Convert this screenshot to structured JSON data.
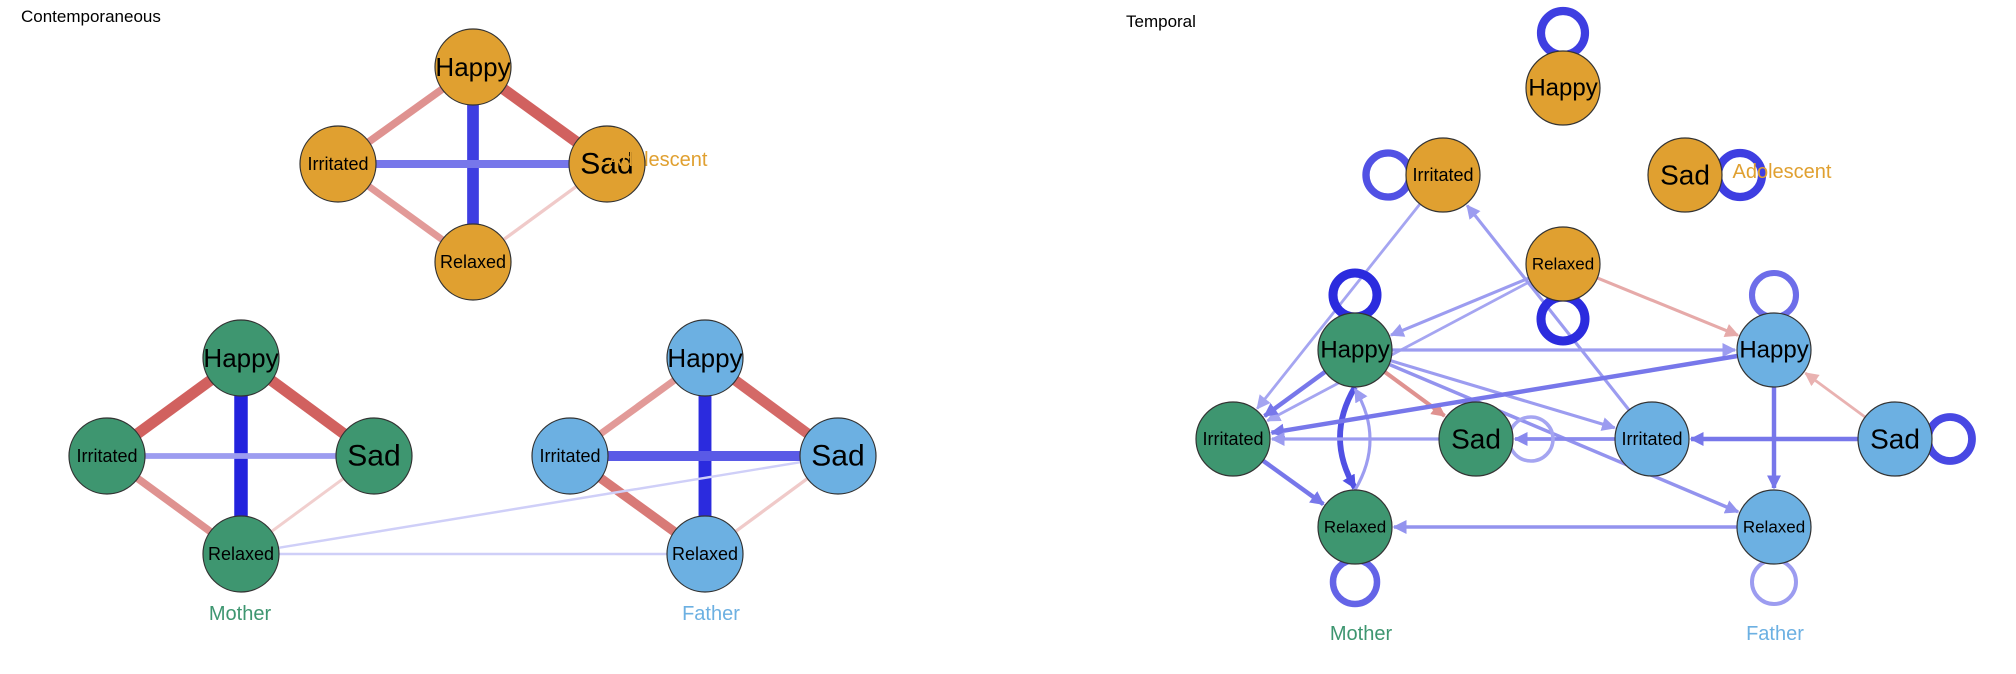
{
  "colors": {
    "adolescent": "#E0A030",
    "mother": "#3E9670",
    "father": "#6CB0E2",
    "positive": "#2222DD",
    "negative": "#C8413E",
    "node_stroke": "#333333"
  },
  "panels": [
    {
      "id": "contemporaneous",
      "title": "Contemporaneous",
      "groups": [
        {
          "id": "adolescent",
          "label": "Adolescent"
        },
        {
          "id": "mother",
          "label": "Mother"
        },
        {
          "id": "father",
          "label": "Father"
        }
      ],
      "nodes": [
        {
          "id": "A_happy",
          "group": "adolescent",
          "label": "Happy"
        },
        {
          "id": "A_irritated",
          "group": "adolescent",
          "label": "Irritated"
        },
        {
          "id": "A_sad",
          "group": "adolescent",
          "label": "Sad"
        },
        {
          "id": "A_relaxed",
          "group": "adolescent",
          "label": "Relaxed"
        },
        {
          "id": "M_happy",
          "group": "mother",
          "label": "Happy"
        },
        {
          "id": "M_irritated",
          "group": "mother",
          "label": "Irritated"
        },
        {
          "id": "M_sad",
          "group": "mother",
          "label": "Sad"
        },
        {
          "id": "M_relaxed",
          "group": "mother",
          "label": "Relaxed"
        },
        {
          "id": "F_happy",
          "group": "father",
          "label": "Happy"
        },
        {
          "id": "F_irritated",
          "group": "father",
          "label": "Irritated"
        },
        {
          "id": "F_sad",
          "group": "father",
          "label": "Sad"
        },
        {
          "id": "F_relaxed",
          "group": "father",
          "label": "Relaxed"
        }
      ],
      "edges": [
        {
          "from": "A_happy",
          "to": "A_irritated",
          "sign": "negative",
          "strength": 0.5
        },
        {
          "from": "A_happy",
          "to": "A_sad",
          "sign": "negative",
          "strength": 0.8
        },
        {
          "from": "A_happy",
          "to": "A_relaxed",
          "sign": "positive",
          "strength": 0.85
        },
        {
          "from": "A_irritated",
          "to": "A_sad",
          "sign": "positive",
          "strength": 0.55
        },
        {
          "from": "A_irritated",
          "to": "A_relaxed",
          "sign": "negative",
          "strength": 0.45
        },
        {
          "from": "A_sad",
          "to": "A_relaxed",
          "sign": "negative",
          "strength": 0.15
        },
        {
          "from": "M_happy",
          "to": "M_irritated",
          "sign": "negative",
          "strength": 0.8
        },
        {
          "from": "M_happy",
          "to": "M_sad",
          "sign": "negative",
          "strength": 0.8
        },
        {
          "from": "M_happy",
          "to": "M_relaxed",
          "sign": "positive",
          "strength": 1.0
        },
        {
          "from": "M_irritated",
          "to": "M_sad",
          "sign": "positive",
          "strength": 0.35
        },
        {
          "from": "M_irritated",
          "to": "M_relaxed",
          "sign": "negative",
          "strength": 0.5
        },
        {
          "from": "M_sad",
          "to": "M_relaxed",
          "sign": "negative",
          "strength": 0.12
        },
        {
          "from": "F_happy",
          "to": "F_irritated",
          "sign": "negative",
          "strength": 0.45
        },
        {
          "from": "F_happy",
          "to": "F_sad",
          "sign": "negative",
          "strength": 0.75
        },
        {
          "from": "F_happy",
          "to": "F_relaxed",
          "sign": "positive",
          "strength": 0.95
        },
        {
          "from": "F_irritated",
          "to": "F_sad",
          "sign": "positive",
          "strength": 0.7
        },
        {
          "from": "F_irritated",
          "to": "F_relaxed",
          "sign": "negative",
          "strength": 0.65
        },
        {
          "from": "F_sad",
          "to": "F_relaxed",
          "sign": "negative",
          "strength": 0.15
        },
        {
          "from": "M_relaxed",
          "to": "F_sad",
          "sign": "positive",
          "strength": 0.08
        },
        {
          "from": "M_relaxed",
          "to": "F_relaxed",
          "sign": "positive",
          "strength": 0.08
        }
      ]
    },
    {
      "id": "temporal",
      "title": "Temporal",
      "groups": [
        {
          "id": "adolescent",
          "label": "Adolescent"
        },
        {
          "id": "mother",
          "label": "Mother"
        },
        {
          "id": "father",
          "label": "Father"
        }
      ],
      "nodes": [
        {
          "id": "A_happy",
          "group": "adolescent",
          "label": "Happy"
        },
        {
          "id": "A_irritated",
          "group": "adolescent",
          "label": "Irritated"
        },
        {
          "id": "A_sad",
          "group": "adolescent",
          "label": "Sad"
        },
        {
          "id": "A_relaxed",
          "group": "adolescent",
          "label": "Relaxed"
        },
        {
          "id": "M_happy",
          "group": "mother",
          "label": "Happy"
        },
        {
          "id": "M_irritated",
          "group": "mother",
          "label": "Irritated"
        },
        {
          "id": "M_sad",
          "group": "mother",
          "label": "Sad"
        },
        {
          "id": "M_relaxed",
          "group": "mother",
          "label": "Relaxed"
        },
        {
          "id": "F_happy",
          "group": "father",
          "label": "Happy"
        },
        {
          "id": "F_irritated",
          "group": "father",
          "label": "Irritated"
        },
        {
          "id": "F_sad",
          "group": "father",
          "label": "Sad"
        },
        {
          "id": "F_relaxed",
          "group": "father",
          "label": "Relaxed"
        }
      ],
      "self_loops": [
        {
          "node": "A_happy",
          "side": "top",
          "strength": 0.85
        },
        {
          "node": "A_irritated",
          "side": "left",
          "strength": 0.75
        },
        {
          "node": "A_sad",
          "side": "right",
          "strength": 0.85
        },
        {
          "node": "A_relaxed",
          "side": "bottom",
          "strength": 0.95
        },
        {
          "node": "M_happy",
          "side": "top",
          "strength": 0.95
        },
        {
          "node": "M_sad",
          "side": "right",
          "strength": 0.3
        },
        {
          "node": "M_relaxed",
          "side": "bottom",
          "strength": 0.65
        },
        {
          "node": "F_happy",
          "side": "top",
          "strength": 0.6
        },
        {
          "node": "F_sad",
          "side": "right",
          "strength": 0.8
        },
        {
          "node": "F_relaxed",
          "side": "bottom",
          "strength": 0.35
        }
      ],
      "edges": [
        {
          "from": "A_irritated",
          "to": "M_irritated",
          "sign": "positive",
          "strength": 0.3
        },
        {
          "from": "A_relaxed",
          "to": "M_happy",
          "sign": "positive",
          "strength": 0.35
        },
        {
          "from": "A_relaxed",
          "to": "M_irritated",
          "sign": "positive",
          "strength": 0.3
        },
        {
          "from": "A_relaxed",
          "to": "F_happy",
          "sign": "negative",
          "strength": 0.35
        },
        {
          "from": "F_irritated",
          "to": "A_irritated",
          "sign": "positive",
          "strength": 0.35
        },
        {
          "from": "M_happy",
          "to": "F_irritated",
          "sign": "positive",
          "strength": 0.35
        },
        {
          "from": "M_happy",
          "to": "F_happy",
          "sign": "positive",
          "strength": 0.35
        },
        {
          "from": "M_happy",
          "to": "M_irritated",
          "sign": "positive",
          "strength": 0.55
        },
        {
          "from": "M_happy",
          "to": "M_relaxed",
          "sign": "positive",
          "strength": 0.75,
          "curve": 30
        },
        {
          "from": "M_happy",
          "to": "M_sad",
          "sign": "negative",
          "strength": 0.5
        },
        {
          "from": "M_happy",
          "to": "F_relaxed",
          "sign": "positive",
          "strength": 0.4
        },
        {
          "from": "M_relaxed",
          "to": "M_happy",
          "sign": "positive",
          "strength": 0.35,
          "curve": 30
        },
        {
          "from": "M_irritated",
          "to": "M_relaxed",
          "sign": "positive",
          "strength": 0.55
        },
        {
          "from": "F_happy",
          "to": "M_irritated",
          "sign": "positive",
          "strength": 0.55
        },
        {
          "from": "F_irritated",
          "to": "M_sad",
          "sign": "positive",
          "strength": 0.45
        },
        {
          "from": "F_sad",
          "to": "F_irritated",
          "sign": "positive",
          "strength": 0.55
        },
        {
          "from": "F_sad",
          "to": "F_happy",
          "sign": "negative",
          "strength": 0.3
        },
        {
          "from": "F_happy",
          "to": "F_relaxed",
          "sign": "positive",
          "strength": 0.55
        },
        {
          "from": "F_relaxed",
          "to": "M_relaxed",
          "sign": "positive",
          "strength": 0.4
        },
        {
          "from": "M_sad",
          "to": "M_irritated",
          "sign": "positive",
          "strength": 0.35
        }
      ]
    }
  ]
}
